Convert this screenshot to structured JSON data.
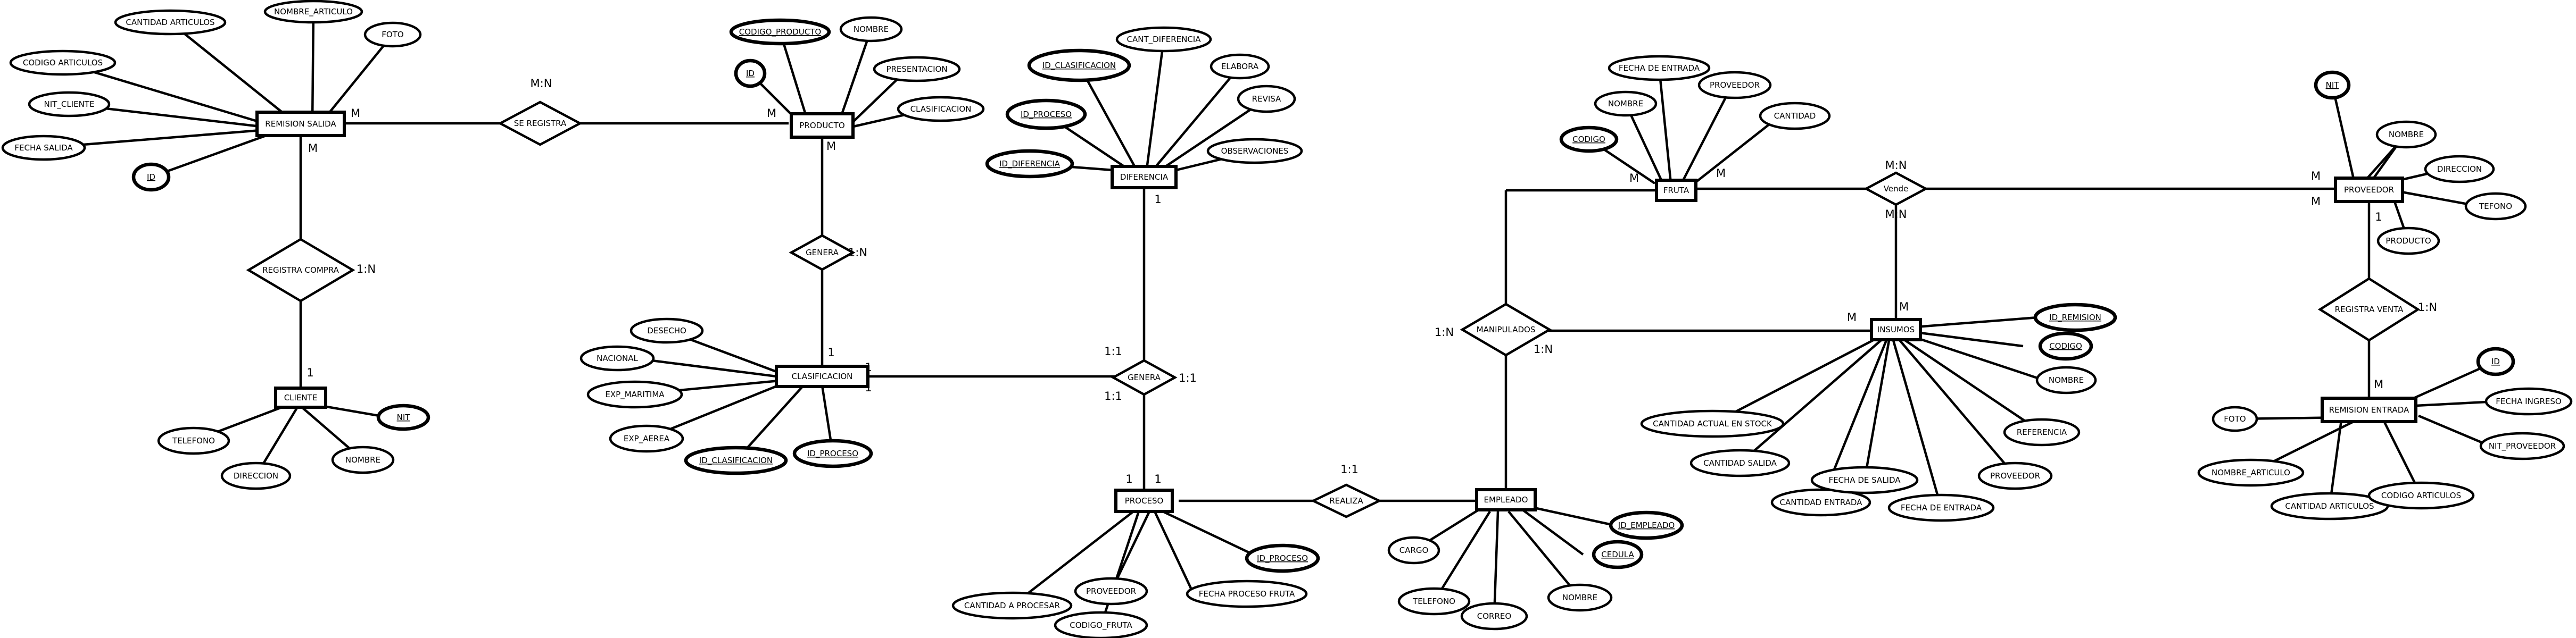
{
  "entities": [
    {
      "id": "remision_salida",
      "label": "REMISION SALIDA"
    },
    {
      "id": "producto",
      "label": "PRODUCTO"
    },
    {
      "id": "cliente",
      "label": "CLIENTE"
    },
    {
      "id": "diferencia",
      "label": "DIFERENCIA"
    },
    {
      "id": "clasificacion",
      "label": "CLASIFICACION"
    },
    {
      "id": "proceso",
      "label": "PROCESO"
    },
    {
      "id": "empleado",
      "label": "EMPLEADO"
    },
    {
      "id": "fruta",
      "label": "FRUTA"
    },
    {
      "id": "insumos",
      "label": "INSUMOS"
    },
    {
      "id": "proveedor",
      "label": "PROVEEDOR"
    },
    {
      "id": "remision_entrada",
      "label": "REMISION ENTRADA"
    }
  ],
  "relationships": [
    {
      "id": "se_registra",
      "label": "SE REGISTRA"
    },
    {
      "id": "registra_compra",
      "label": "REGISTRA COMPRA"
    },
    {
      "id": "genera_1",
      "label": "GENERA"
    },
    {
      "id": "genera_2",
      "label": "GENERA"
    },
    {
      "id": "realiza",
      "label": "REALIZA"
    },
    {
      "id": "manipulados",
      "label": "MANIPULADOS"
    },
    {
      "id": "vende",
      "label": "Vende"
    },
    {
      "id": "registra_venta",
      "label": "REGISTRA VENTA"
    }
  ],
  "attributes": [
    {
      "label": "CANTIDAD ARTICULOS",
      "key": false
    },
    {
      "label": "NOMBRE_ARTICULO",
      "key": false
    },
    {
      "label": "FOTO",
      "key": false
    },
    {
      "label": "CODIGO ARTICULOS",
      "key": false
    },
    {
      "label": "NIT_CLIENTE",
      "key": false
    },
    {
      "label": "FECHA SALIDA",
      "key": false
    },
    {
      "label": "ID",
      "key": true
    },
    {
      "label": "CODIGO_PRODUCTO",
      "key": true
    },
    {
      "label": "NOMBRE",
      "key": false
    },
    {
      "label": "ID",
      "key": true
    },
    {
      "label": "PRESENTACION",
      "key": false
    },
    {
      "label": "CLASIFICACION",
      "key": false
    },
    {
      "label": "NIT",
      "key": true
    },
    {
      "label": "TELEFONO",
      "key": false
    },
    {
      "label": "DIRECCION",
      "key": false
    },
    {
      "label": "NOMBRE",
      "key": false
    },
    {
      "label": "ID_CLASIFICACION",
      "key": true
    },
    {
      "label": "CANT_DIFERENCIA",
      "key": false
    },
    {
      "label": "ELABORA",
      "key": false
    },
    {
      "label": "ID_PROCESO",
      "key": true
    },
    {
      "label": "REVISA",
      "key": false
    },
    {
      "label": "ID_DIFERENCIA",
      "key": true
    },
    {
      "label": "OBSERVACIONES",
      "key": false
    },
    {
      "label": "DESECHO",
      "key": false
    },
    {
      "label": "NACIONAL",
      "key": false
    },
    {
      "label": "EXP_MARITIMA",
      "key": false
    },
    {
      "label": "EXP_AEREA",
      "key": false
    },
    {
      "label": "ID_CLASIFICACION",
      "key": true
    },
    {
      "label": "ID_PROCESO",
      "key": true
    },
    {
      "label": "ID_PROCESO",
      "key": true
    },
    {
      "label": "PROVEEDOR",
      "key": false
    },
    {
      "label": "FECHA PROCESO FRUTA",
      "key": false
    },
    {
      "label": "CANTIDAD A PROCESAR",
      "key": false
    },
    {
      "label": "CODIGO_FRUTA",
      "key": false
    },
    {
      "label": "CARGO",
      "key": false
    },
    {
      "label": "ID_EMPLEADO",
      "key": true
    },
    {
      "label": "CEDULA",
      "key": true
    },
    {
      "label": "TELEFONO",
      "key": false
    },
    {
      "label": "CORREO",
      "key": false
    },
    {
      "label": "NOMBRE",
      "key": false
    },
    {
      "label": "FECHA DE ENTRADA",
      "key": false
    },
    {
      "label": "NOMBRE",
      "key": false
    },
    {
      "label": "PROVEEDOR",
      "key": false
    },
    {
      "label": "CANTIDAD",
      "key": false
    },
    {
      "label": "CODIGO",
      "key": true
    },
    {
      "label": "ID_REMISION",
      "key": true
    },
    {
      "label": "CODIGO",
      "key": true
    },
    {
      "label": "NOMBRE",
      "key": false
    },
    {
      "label": "CANTIDAD ACTUAL EN STOCK",
      "key": false
    },
    {
      "label": "CANTIDAD SALIDA",
      "key": false
    },
    {
      "label": "CANTIDAD ENTRADA",
      "key": false
    },
    {
      "label": "FECHA DE SALIDA",
      "key": false
    },
    {
      "label": "FECHA DE ENTRADA",
      "key": false
    },
    {
      "label": "PROVEEDOR",
      "key": false
    },
    {
      "label": "REFERENCIA",
      "key": false
    },
    {
      "label": "NIT",
      "key": true
    },
    {
      "label": "NOMBRE",
      "key": false
    },
    {
      "label": "DIRECCION",
      "key": false
    },
    {
      "label": "TEFONO",
      "key": false
    },
    {
      "label": "PRODUCTO",
      "key": false
    },
    {
      "label": "ID",
      "key": true
    },
    {
      "label": "FOTO",
      "key": false
    },
    {
      "label": "FECHA INGRESO",
      "key": false
    },
    {
      "label": "NIT_PROVEEDOR",
      "key": false
    },
    {
      "label": "NOMBRE_ARTICULO",
      "key": false
    },
    {
      "label": "CANTIDAD ARTICULOS",
      "key": false
    },
    {
      "label": "CODIGO ARTICULOS",
      "key": false
    }
  ],
  "cardinalities": [
    "M:N",
    "M",
    "M",
    "M",
    "1:N",
    "1",
    "M",
    "1:N",
    "1",
    "1",
    "1",
    "1:1",
    "1:1",
    "1:1",
    "1",
    "1",
    "1:1",
    "1",
    "1",
    "M:N",
    "M",
    "M",
    "M:N",
    "M",
    "M",
    "1:N",
    "1:N",
    "M",
    "M",
    "1",
    "1:N",
    "M"
  ]
}
